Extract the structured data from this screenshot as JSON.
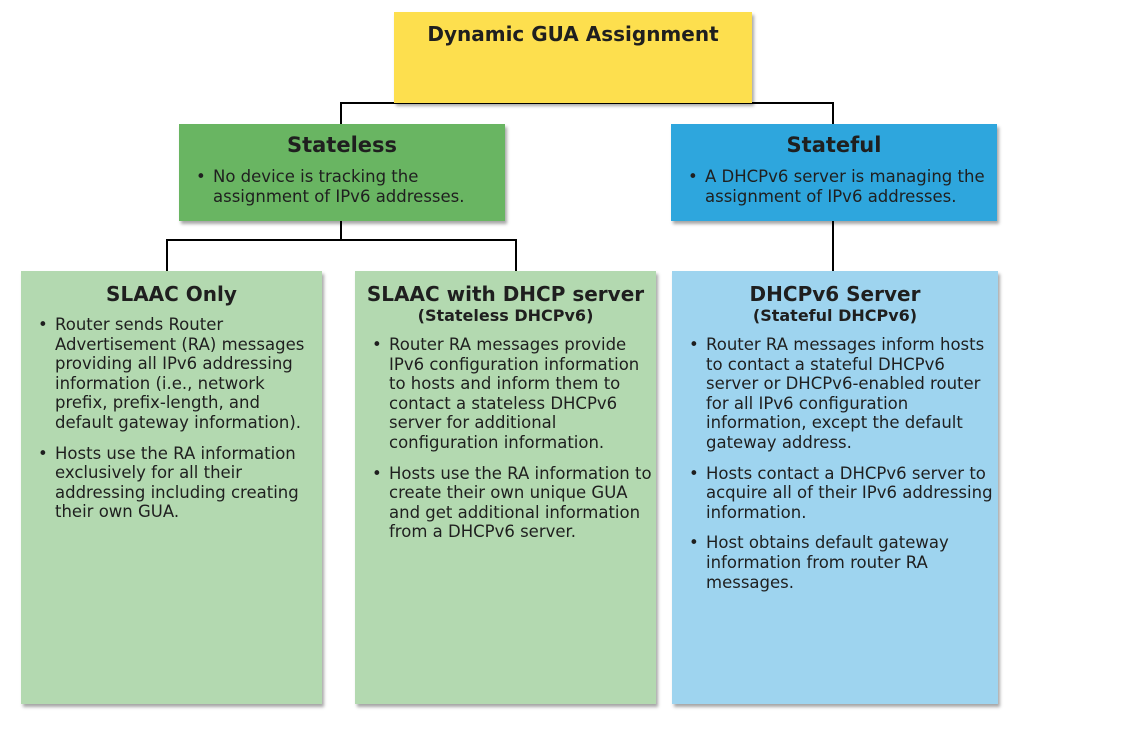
{
  "colors": {
    "top_box": "#fddf4e",
    "stateless": "#69b562",
    "stateful": "#2ea6dd",
    "slaac_light": "#b3d9b0",
    "dhcpv6_light": "#9ed4ef",
    "connector": "#000000"
  },
  "top": {
    "title": "Dynamic GUA Assignment"
  },
  "stateless": {
    "title": "Stateless",
    "bullets": [
      "No device is tracking the assignment of IPv6 addresses."
    ]
  },
  "stateful": {
    "title": "Stateful",
    "bullets": [
      "A DHCPv6 server is managing the assignment of IPv6 addresses."
    ]
  },
  "slaac_only": {
    "title": "SLAAC Only",
    "bullets": [
      "Router sends Router Advertisement (RA) messages providing all IPv6 addressing information (i.e., network prefix, prefix-length, and default gateway information).",
      "Hosts use the RA information exclusively for all their addressing including creating their own GUA."
    ]
  },
  "slaac_dhcp": {
    "title": "SLAAC with DHCP server",
    "subtitle": "(Stateless DHCPv6)",
    "bullets": [
      "Router RA messages provide IPv6 configuration information to hosts and inform them to contact a stateless DHCPv6 server for additional configuration information.",
      "Hosts use the RA information to create their own unique GUA and get additional information from a DHCPv6 server."
    ]
  },
  "dhcpv6_server": {
    "title": "DHCPv6 Server",
    "subtitle": "(Stateful DHCPv6)",
    "bullets": [
      "Router RA messages inform hosts to contact a stateful DHCPv6 server or DHCPv6-enabled router for all IPv6 configuration information, except the default gateway address.",
      "Hosts contact a DHCPv6 server to acquire all of their IPv6 addressing information.",
      "Host obtains default gateway information from router RA messages."
    ]
  }
}
